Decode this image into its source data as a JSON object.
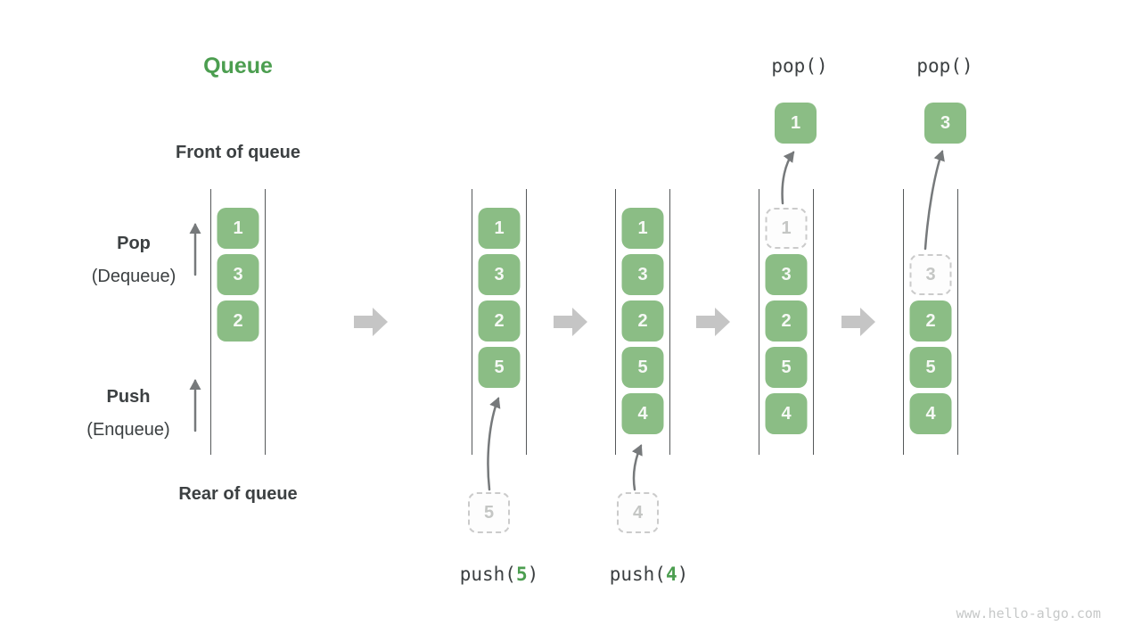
{
  "title": "Queue",
  "front_label": "Front of queue",
  "rear_label": "Rear of queue",
  "pop_side_label": {
    "main": "Pop",
    "sub": "(Dequeue)"
  },
  "push_side_label": {
    "main": "Push",
    "sub": "(Enqueue)"
  },
  "watermark": "www.hello-algo.com",
  "colors": {
    "accent_green": "#4C9E50",
    "box_green": "#8BBD85",
    "box_text": "#F6F9F5",
    "ghost_border": "#CBCBCB",
    "ghost_text": "#C4C6C4",
    "dark_text": "#3C4042",
    "block_arrow": "#C5C5C5",
    "thin_arrow": "#76797B",
    "column_line": "#55585A",
    "watermark_gray": "#C6C8C8"
  },
  "columns": [
    {
      "name": "state-initial",
      "cells": [
        {
          "slot": 0,
          "value": "1",
          "style": "filled"
        },
        {
          "slot": 1,
          "value": "3",
          "style": "filled"
        },
        {
          "slot": 2,
          "value": "2",
          "style": "filled"
        }
      ]
    },
    {
      "name": "state-after-push-5",
      "cells": [
        {
          "slot": 0,
          "value": "1",
          "style": "filled"
        },
        {
          "slot": 1,
          "value": "3",
          "style": "filled"
        },
        {
          "slot": 2,
          "value": "2",
          "style": "filled"
        },
        {
          "slot": 3,
          "value": "5",
          "style": "filled"
        }
      ],
      "operation": {
        "code_prefix": "push(",
        "code_arg": "5",
        "code_suffix": ")",
        "incoming_value": "5"
      }
    },
    {
      "name": "state-after-push-4",
      "cells": [
        {
          "slot": 0,
          "value": "1",
          "style": "filled"
        },
        {
          "slot": 1,
          "value": "3",
          "style": "filled"
        },
        {
          "slot": 2,
          "value": "2",
          "style": "filled"
        },
        {
          "slot": 3,
          "value": "5",
          "style": "filled"
        },
        {
          "slot": 4,
          "value": "4",
          "style": "filled"
        }
      ],
      "operation": {
        "code_prefix": "push(",
        "code_arg": "4",
        "code_suffix": ")",
        "incoming_value": "4"
      }
    },
    {
      "name": "state-after-pop-1",
      "cells": [
        {
          "slot": 0,
          "value": "1",
          "style": "ghost"
        },
        {
          "slot": 1,
          "value": "3",
          "style": "filled"
        },
        {
          "slot": 2,
          "value": "2",
          "style": "filled"
        },
        {
          "slot": 3,
          "value": "5",
          "style": "filled"
        },
        {
          "slot": 4,
          "value": "4",
          "style": "filled"
        }
      ],
      "operation": {
        "code": "pop()",
        "popped_value": "1"
      }
    },
    {
      "name": "state-after-pop-3",
      "cells": [
        {
          "slot": 1,
          "value": "3",
          "style": "ghost"
        },
        {
          "slot": 2,
          "value": "2",
          "style": "filled"
        },
        {
          "slot": 3,
          "value": "5",
          "style": "filled"
        },
        {
          "slot": 4,
          "value": "4",
          "style": "filled"
        }
      ],
      "operation": {
        "code": "pop()",
        "popped_value": "3"
      }
    }
  ]
}
